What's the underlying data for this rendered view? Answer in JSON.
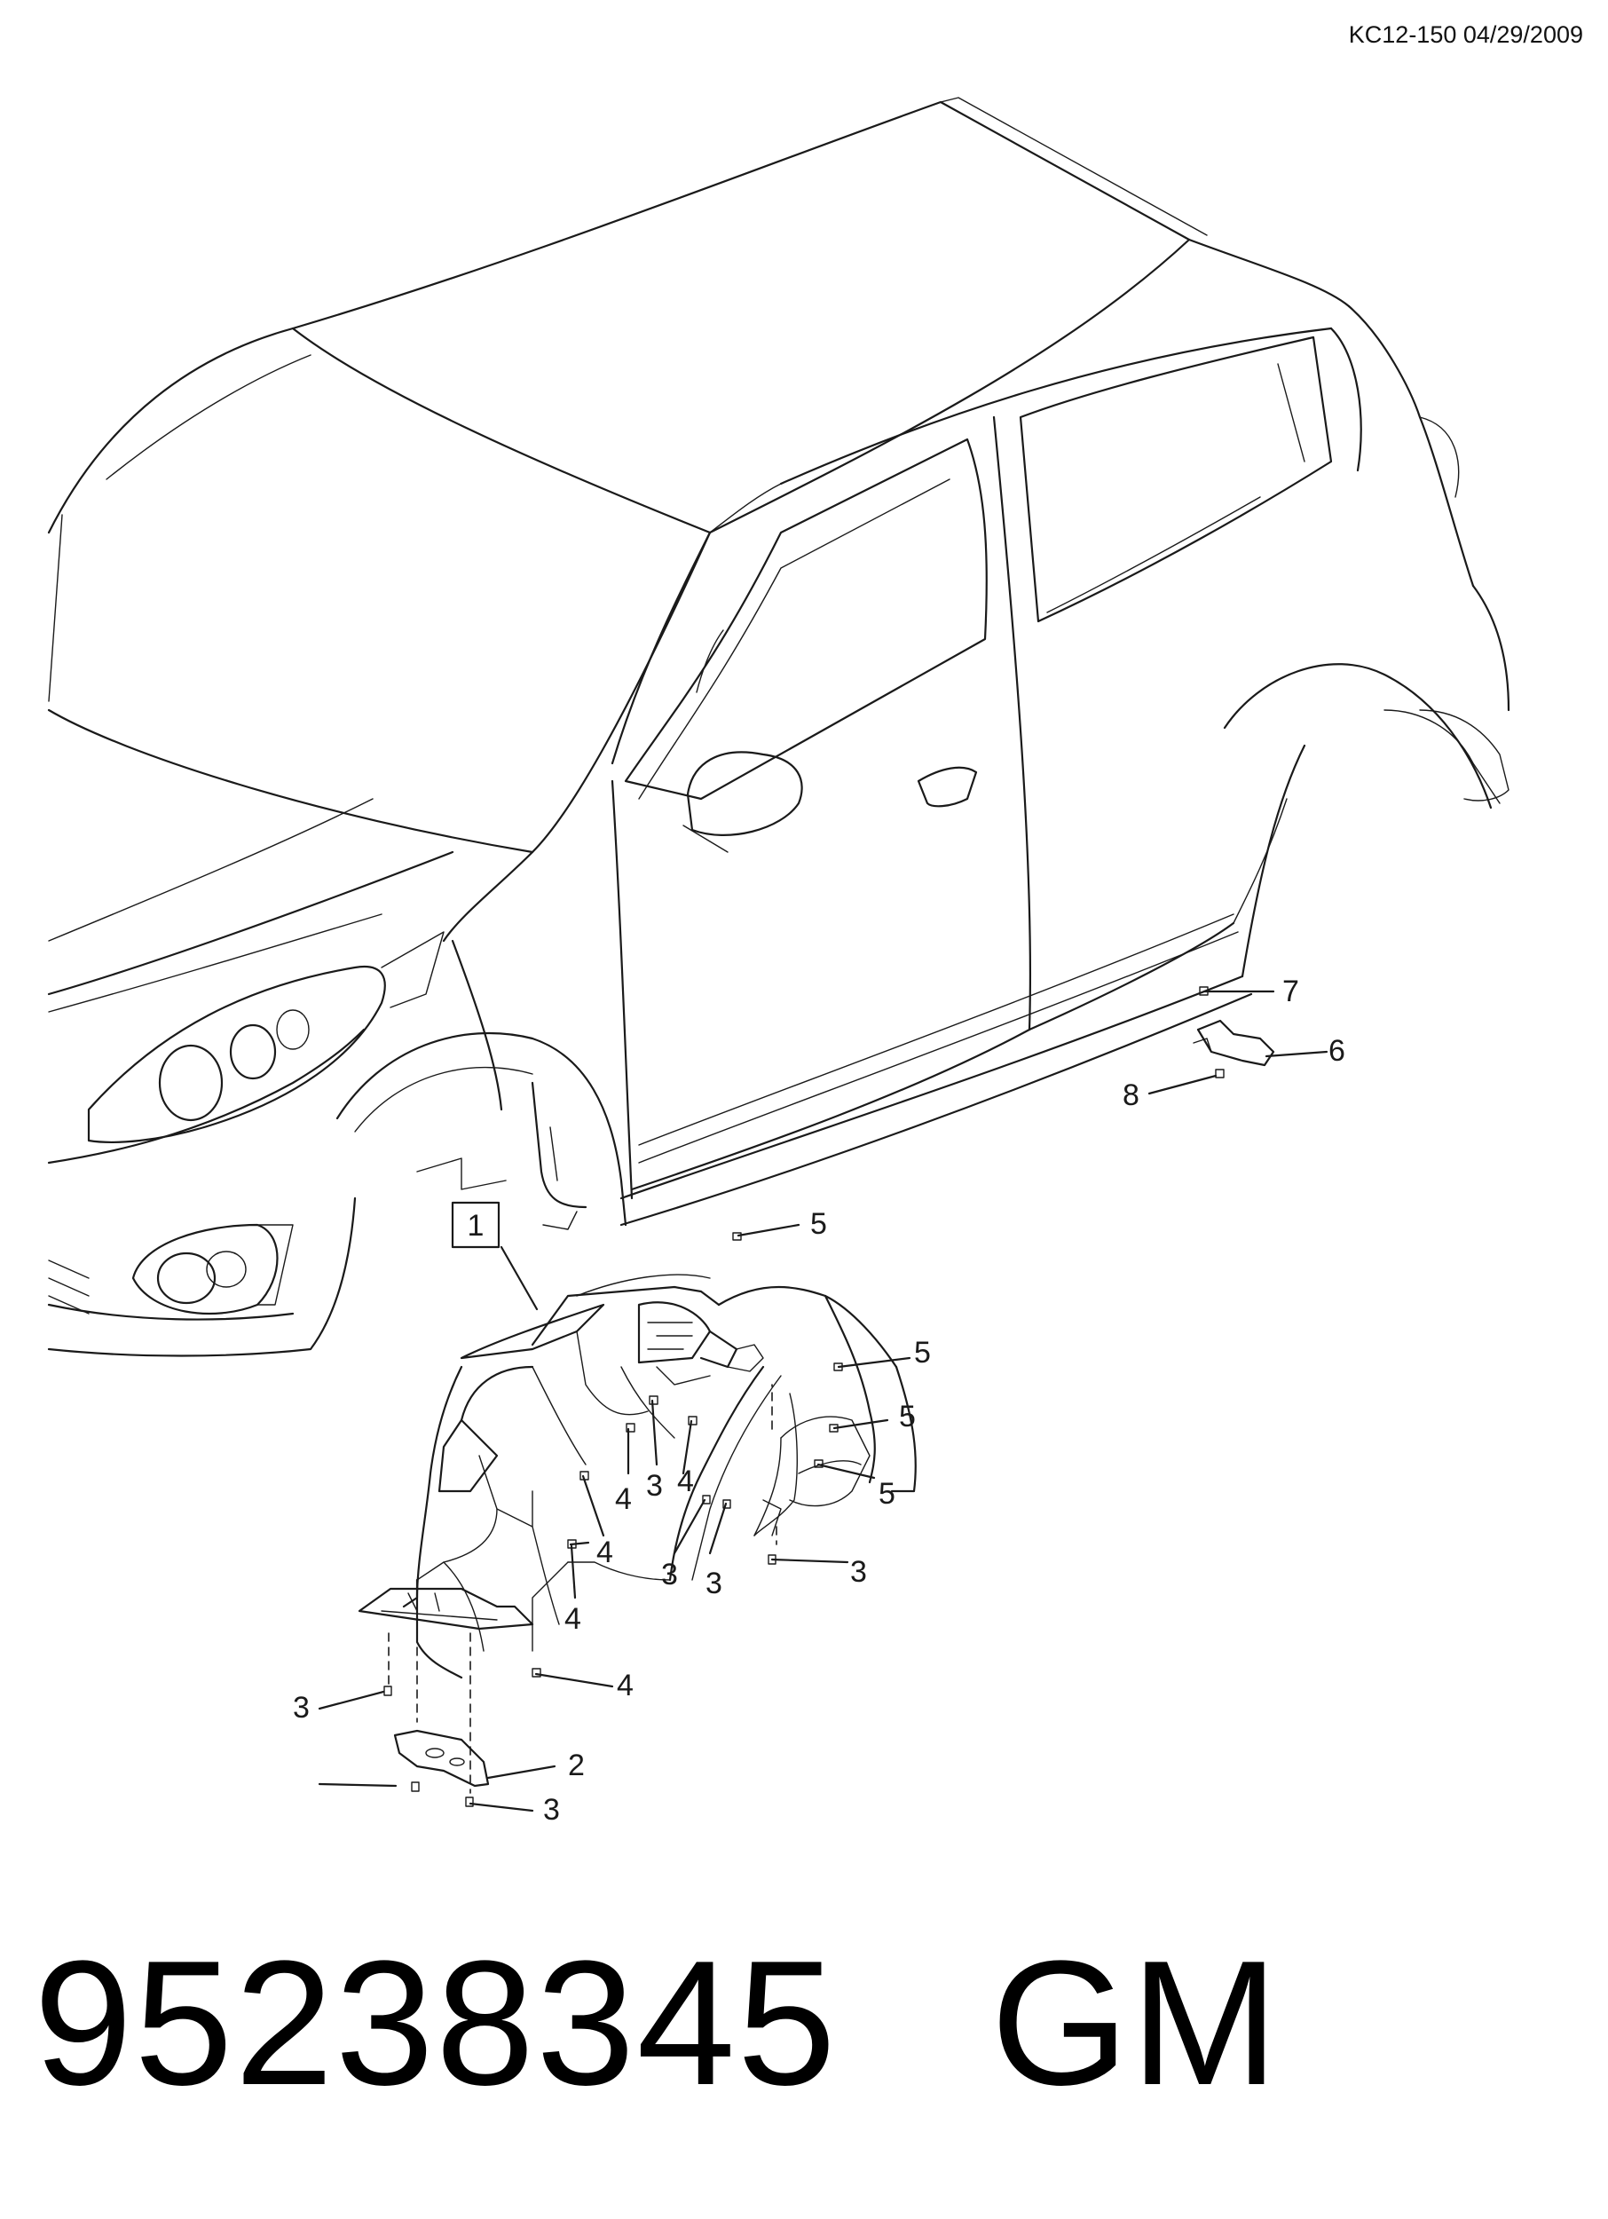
{
  "header": {
    "diagram_code": "KC12-150 04/29/2009"
  },
  "footer": {
    "part_number": "95238345",
    "brand": "GM"
  },
  "callouts": [
    {
      "id": "c1",
      "label": "1",
      "highlighted": true
    },
    {
      "id": "c2",
      "label": "2"
    },
    {
      "id": "c3a",
      "label": "3"
    },
    {
      "id": "c3b",
      "label": "3"
    },
    {
      "id": "c3c",
      "label": "3"
    },
    {
      "id": "c3d",
      "label": "3"
    },
    {
      "id": "c3e",
      "label": "3"
    },
    {
      "id": "c3f",
      "label": "3"
    },
    {
      "id": "c4a",
      "label": "4"
    },
    {
      "id": "c4b",
      "label": "4"
    },
    {
      "id": "c4c",
      "label": "4"
    },
    {
      "id": "c4d",
      "label": "4"
    },
    {
      "id": "c4e",
      "label": "4"
    },
    {
      "id": "c5a",
      "label": "5"
    },
    {
      "id": "c5b",
      "label": "5"
    },
    {
      "id": "c5c",
      "label": "5"
    },
    {
      "id": "c5d",
      "label": "5"
    },
    {
      "id": "c6",
      "label": "6"
    },
    {
      "id": "c7",
      "label": "7"
    },
    {
      "id": "c8",
      "label": "8"
    }
  ],
  "colors": {
    "line": "#1a1a1a",
    "highlight_fill": "#f6c9cf",
    "highlight_stroke": "#d05064"
  }
}
